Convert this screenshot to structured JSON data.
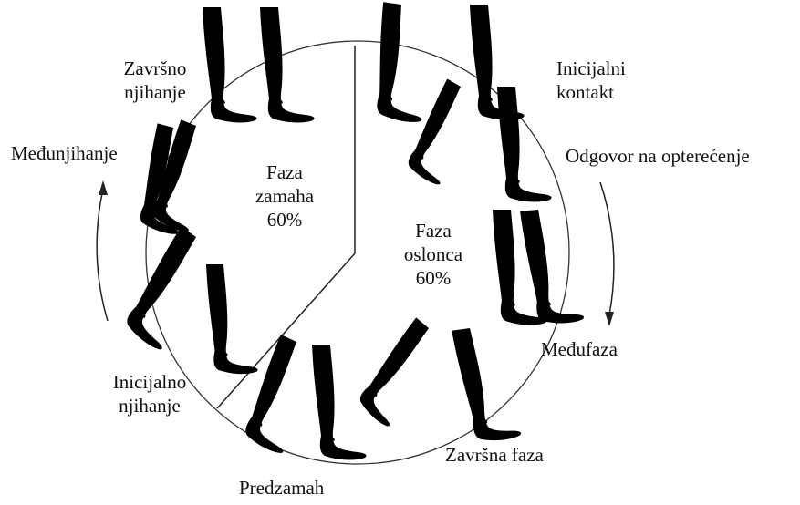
{
  "phases": {
    "initial_contact": [
      "Inicijalni",
      "kontakt"
    ],
    "loading_response": "Odgovor na opterećenje",
    "midstance": "Međufaza",
    "terminal_stance": "Završna faza",
    "preswing": "Predzamah",
    "initial_swing": [
      "Inicijalno",
      "njihanje"
    ],
    "midswing": "Međunjihanje",
    "terminal_swing": [
      "Završno",
      "njihanje"
    ]
  },
  "center": {
    "swing": {
      "title_1": "Faza",
      "title_2": "zamaha",
      "percent": "60%"
    },
    "stance": {
      "title_1": "Faza",
      "title_2": "oslonca",
      "percent": "60%"
    }
  },
  "icons": [
    "leg-icon",
    "arrow-icon"
  ],
  "colors": {
    "line": "#222222",
    "background": "#ffffff"
  }
}
